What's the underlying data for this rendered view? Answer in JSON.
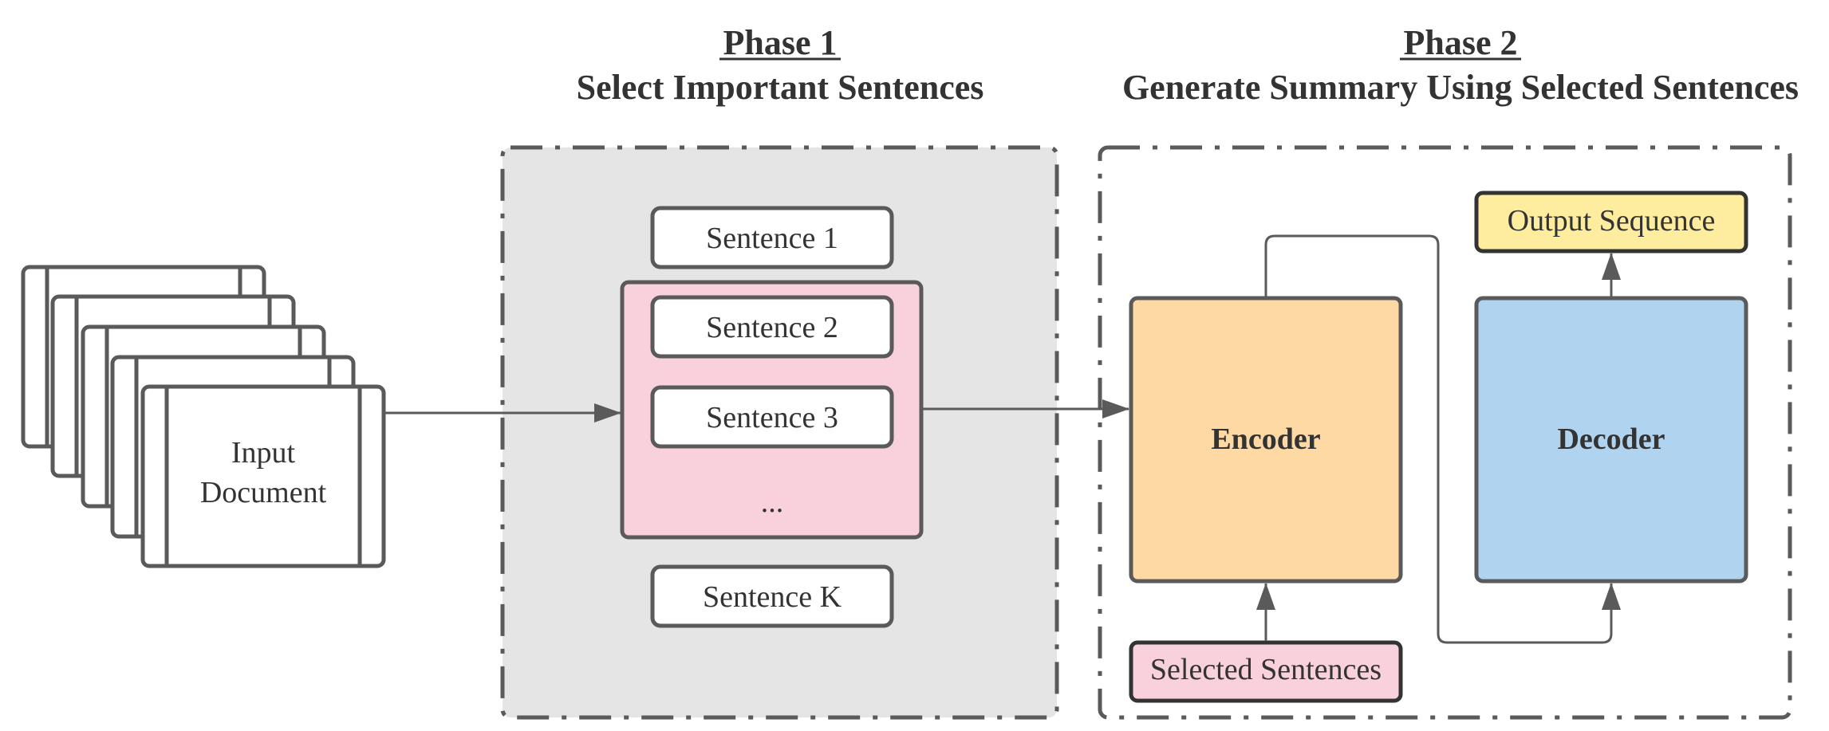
{
  "phase1": {
    "heading": "Phase 1",
    "subtitle": "Select Important Sentences"
  },
  "phase2": {
    "heading": "Phase 2",
    "subtitle": "Generate Summary Using Selected Sentences"
  },
  "input_document": {
    "line1": "Input",
    "line2": "Document"
  },
  "sentences": {
    "s1": "Sentence 1",
    "s2": "Sentence 2",
    "s3": "Sentence 3",
    "ellipsis": "...",
    "sk": "Sentence K"
  },
  "encoder": {
    "label": "Encoder"
  },
  "decoder": {
    "label": "Decoder"
  },
  "output": {
    "label": "Output Sequence"
  },
  "selected": {
    "label": "Selected Sentences"
  },
  "colors": {
    "stroke": "#5a5a5a",
    "text": "#333333",
    "phase1_bg": "#e5e5e5",
    "pink": "#f8d1dc",
    "orange": "#fed9a4",
    "blue": "#b0d3ef",
    "yellow": "#feed9f"
  }
}
